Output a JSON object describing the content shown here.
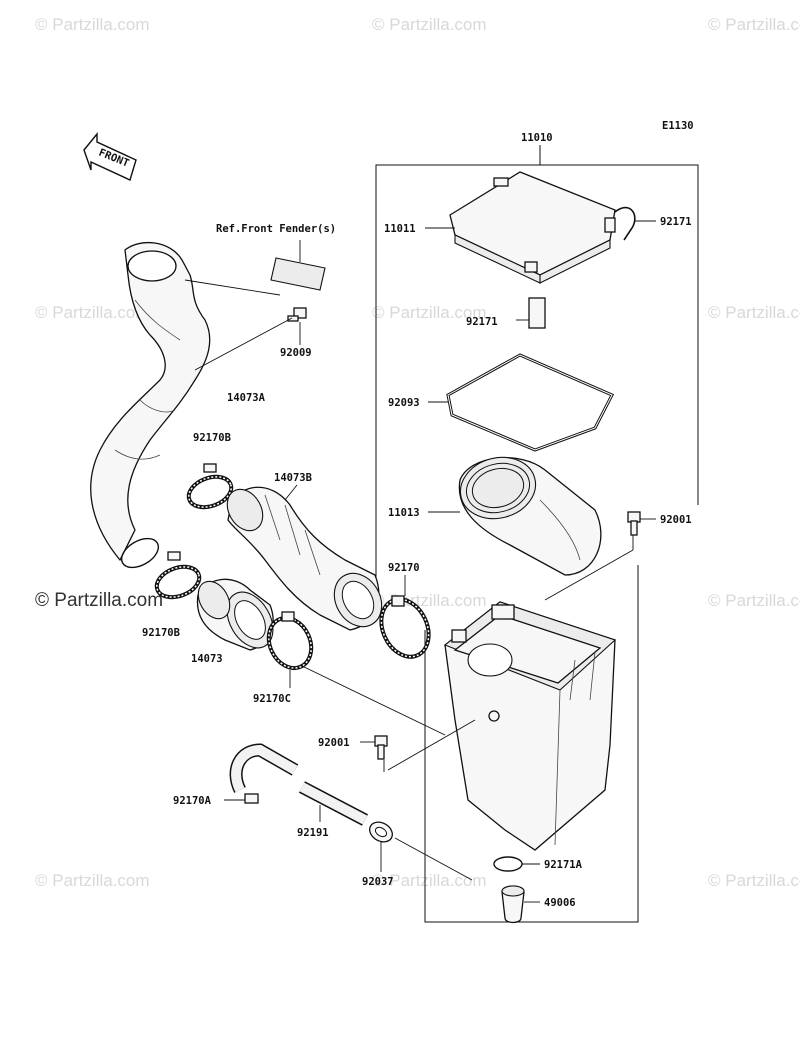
{
  "diagram": {
    "code": "E1130",
    "front_arrow_label": "FRONT",
    "ref_label": "Ref.Front Fender(s)",
    "watermark_text": "© Partzilla.com",
    "parts": {
      "p11010": "11010",
      "p11011": "11011",
      "p92171_top": "92171",
      "p92171_mid": "92171",
      "p92093": "92093",
      "p11013": "11013",
      "p92001_right": "92001",
      "p92009": "92009",
      "p14073A": "14073A",
      "p92170B_top": "92170B",
      "p14073B": "14073B",
      "p92170B_bottom": "92170B",
      "p14073": "14073",
      "p92170": "92170",
      "p92170C": "92170C",
      "p92001_left": "92001",
      "p92170A": "92170A",
      "p92191": "92191",
      "p92037": "92037",
      "p92171A": "92171A",
      "p49006": "49006"
    }
  }
}
